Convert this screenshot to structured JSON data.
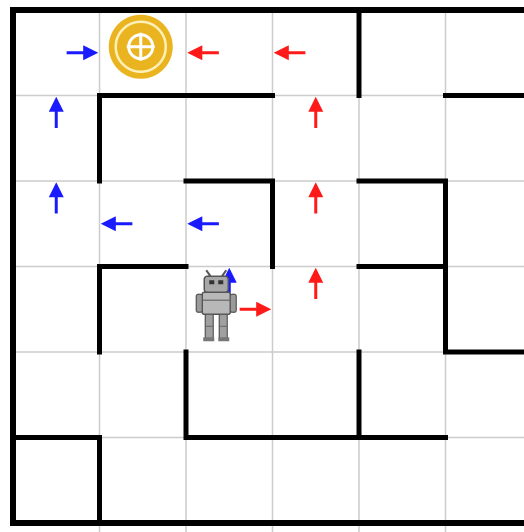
{
  "puzzle": {
    "grid": {
      "columns": 6,
      "rows": 6,
      "visible_columns": 5.9
    },
    "robot": {
      "cell": [
        2,
        3
      ],
      "icon": "robot-icon"
    },
    "coin": {
      "cell": [
        1,
        0
      ],
      "icon": "gold-coin-icon",
      "color": "#e9b420"
    },
    "paths": [
      {
        "name": "blue-path",
        "color": "#1a1aff",
        "moves": [
          {
            "cell": [
              2,
              3
            ],
            "dir": "up"
          },
          {
            "cell": [
              2,
              2
            ],
            "dir": "left"
          },
          {
            "cell": [
              1,
              2
            ],
            "dir": "left"
          },
          {
            "cell": [
              0,
              2
            ],
            "dir": "up"
          },
          {
            "cell": [
              0,
              1
            ],
            "dir": "up"
          },
          {
            "cell": [
              0,
              0
            ],
            "dir": "right"
          }
        ]
      },
      {
        "name": "red-path",
        "color": "#ff1a1a",
        "moves": [
          {
            "cell": [
              2,
              3
            ],
            "dir": "right"
          },
          {
            "cell": [
              3,
              3
            ],
            "dir": "up"
          },
          {
            "cell": [
              3,
              2
            ],
            "dir": "up"
          },
          {
            "cell": [
              3,
              1
            ],
            "dir": "up"
          },
          {
            "cell": [
              3,
              0
            ],
            "dir": "left"
          },
          {
            "cell": [
              2,
              0
            ],
            "dir": "left"
          }
        ]
      }
    ],
    "walls": {
      "horizontal": [
        [
          1,
          1,
          2
        ],
        [
          2,
          1,
          3
        ],
        [
          5,
          1,
          6.9
        ],
        [
          2,
          2,
          3
        ],
        [
          4,
          2,
          5
        ],
        [
          1,
          3,
          2
        ],
        [
          4,
          3,
          5
        ],
        [
          5,
          4,
          6.9
        ],
        [
          2,
          5,
          5
        ],
        [
          0,
          5,
          1
        ]
      ],
      "vertical": [
        [
          4,
          0,
          1
        ],
        [
          1,
          1,
          2
        ],
        [
          3,
          2,
          3
        ],
        [
          5,
          2,
          4
        ],
        [
          1,
          3,
          4
        ],
        [
          2,
          4,
          5
        ],
        [
          4,
          4,
          5
        ],
        [
          1,
          5,
          6
        ]
      ]
    },
    "colors": {
      "grid_line": "#cccccc",
      "wall": "#000000",
      "background": "#ffffff"
    }
  }
}
